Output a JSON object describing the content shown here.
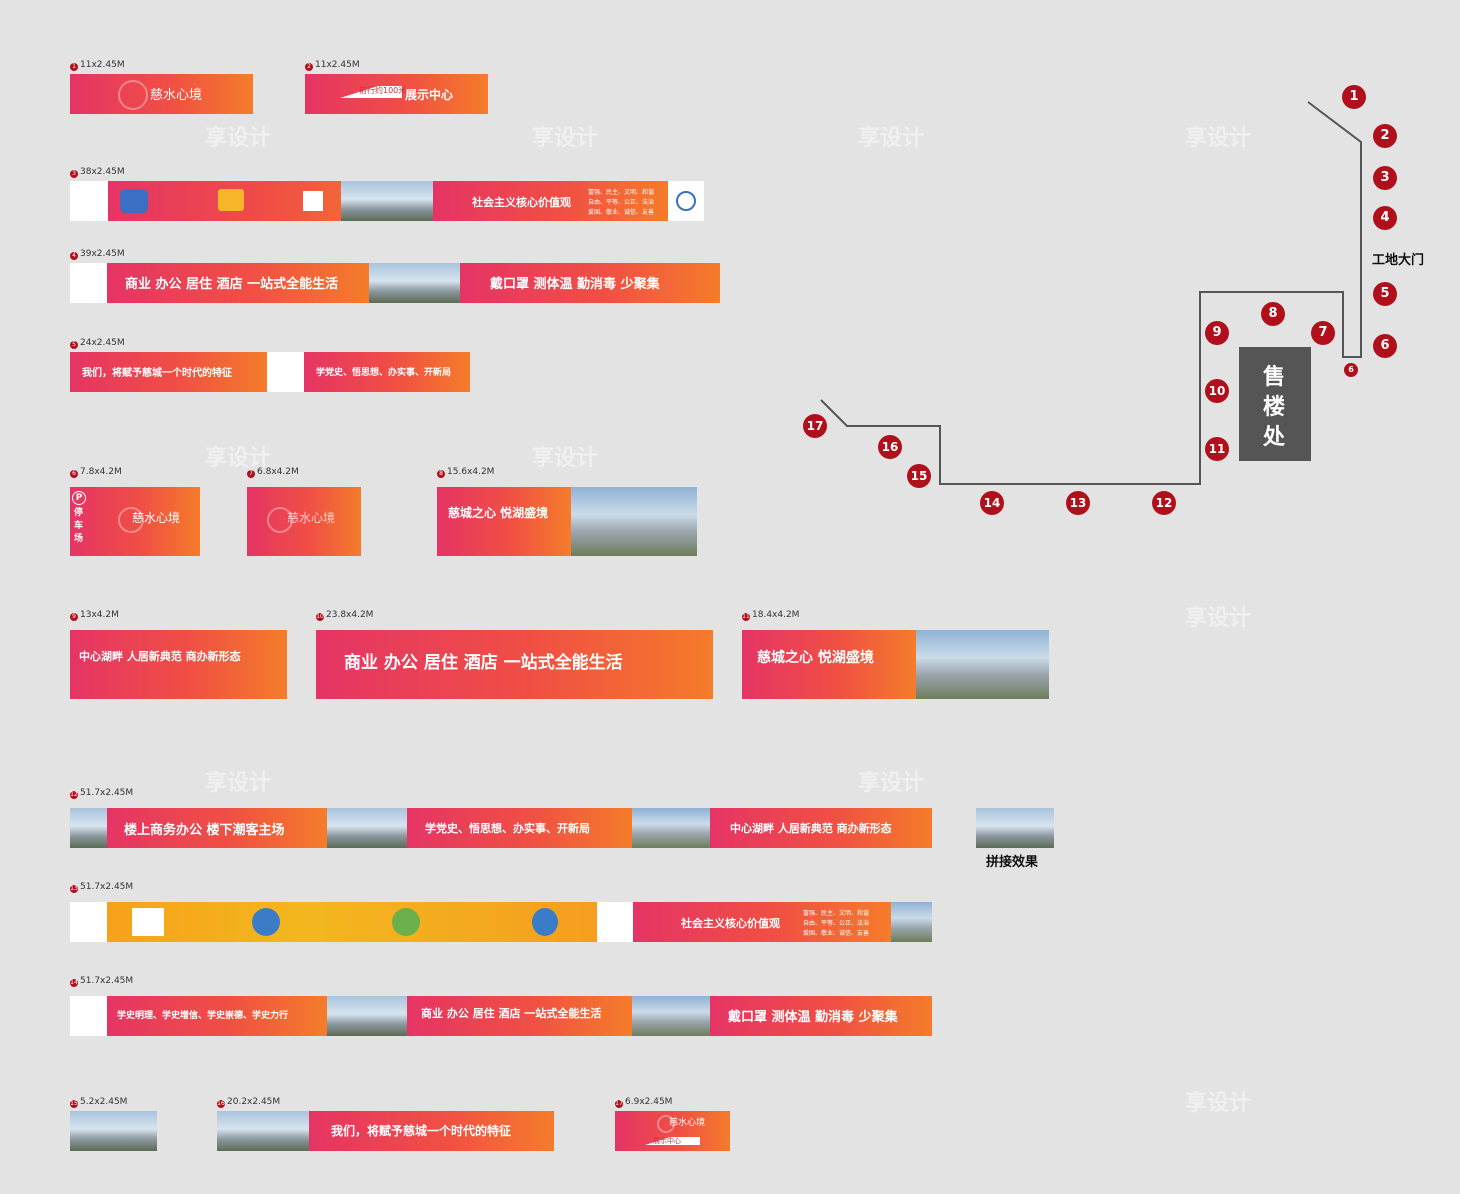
{
  "sizes": {
    "s1": "11x2.45M",
    "s2": "11x2.45M",
    "s3": "38x2.45M",
    "s4": "39x2.45M",
    "s5": "24x2.45M",
    "s6": "7.8x4.2M",
    "s7": "6.8x4.2M",
    "s8": "15.6x4.2M",
    "s9": "13x4.2M",
    "s10": "23.8x4.2M",
    "s11": "18.4x4.2M",
    "s12": "51.7x2.45M",
    "s13": "51.7x2.45M",
    "s14": "51.7x2.45M",
    "s15": "5.2x2.45M",
    "s16": "20.2x2.45M",
    "s17": "6.9x2.45M"
  },
  "nums": [
    "1",
    "2",
    "3",
    "4",
    "5",
    "6",
    "7",
    "8",
    "9",
    "10",
    "11",
    "12",
    "13",
    "14",
    "15",
    "16",
    "17"
  ],
  "texts": {
    "logo": "慈水心境",
    "arrow_distance": "前行约100米",
    "showroom": "展示中心",
    "core_values": "社会主义核心价值观",
    "values_lines": [
      "富强、民主、文明、和谐",
      "自由、平等、公正、法治",
      "爱国、敬业、诚信、友善"
    ],
    "commerce": "商业 办公 居住 酒店  一站式全能生活",
    "commerce_short": "商业 办公 居住 酒店 一站式全能生活",
    "mask": "戴口罩  测体温  勤消毒  少聚集",
    "era": "我们，将赋予慈城一个时代的特征",
    "party": "学党史、悟思想、办实事、开新局",
    "parking": "停车场",
    "cicheng": "慈城之心  悦湖盛境",
    "lakeside": "中心湖畔 人居新典范 商办新形态",
    "business": "楼上商务办公  楼下潮客主场",
    "study": "学史明理、学史增信、学史崇德、学史力行"
  },
  "map": {
    "gate": "工地大门",
    "sales": [
      "售",
      "楼",
      "处"
    ]
  },
  "splice_label": "拼接效果",
  "watermark": "享设计"
}
